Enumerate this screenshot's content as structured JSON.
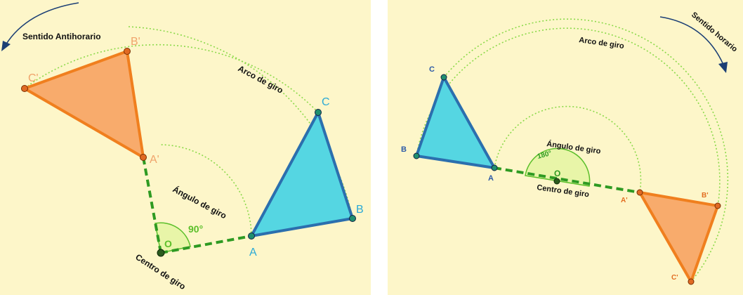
{
  "colors": {
    "background": "#fdf6c9",
    "arc": "#8bd94a",
    "dash": "#2e9a22",
    "angle_fill": "#e8f5a8",
    "angle_stroke": "#5bbf2a",
    "orig_fill": "#55d6e2",
    "orig_stroke": "#2b6fae",
    "img_fill": "#f8ab6c",
    "img_stroke": "#f07f1e",
    "vertex_orig": "#1f8f6f",
    "vertex_img": "#e06a23",
    "label_orig": "#2aa9d6",
    "label_img": "#f0a36b",
    "label_blue_dark": "#2d5aa6",
    "label_orange_dark": "#e26d21",
    "text": "#111111",
    "direction_arrow": "#1c3f75"
  },
  "left_diagram": {
    "direction_label": "Sentido Antihorario",
    "arc_label": "Arco de giro",
    "angle_label": "Ángulo de giro",
    "angle_value": "90°",
    "center_label": "Centro de giro",
    "center_point": "O",
    "vertex_A": "A",
    "vertex_B": "B",
    "vertex_C": "C",
    "vertex_A_img": "A'",
    "vertex_B_img": "B'",
    "vertex_C_img": "C'"
  },
  "right_diagram": {
    "direction_label": "Sentido horario",
    "arc_label": "Arco de giro",
    "angle_label": "Ángulo de giro",
    "angle_value": "180°",
    "center_label": "Centro de giro",
    "center_point": "O",
    "vertex_A": "A",
    "vertex_B": "B",
    "vertex_C": "C",
    "vertex_A_img": "A'",
    "vertex_B_img": "B'",
    "vertex_C_img": "C'"
  }
}
